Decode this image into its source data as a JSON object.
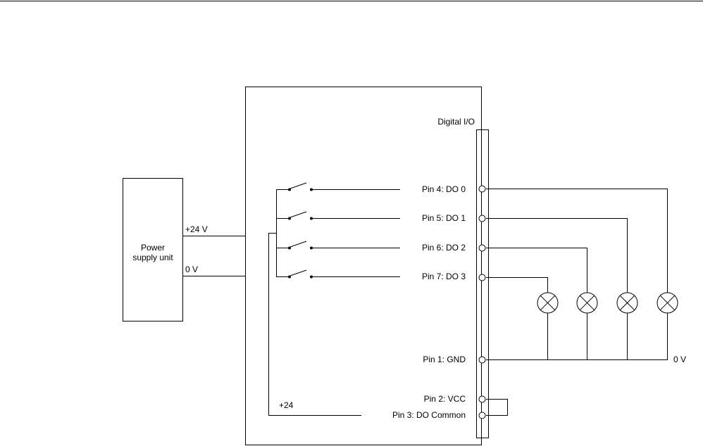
{
  "power_supply": {
    "label_line1": "Power",
    "label_line2": "supply unit",
    "plus_label": "+24 V",
    "zero_label": "0 V"
  },
  "io_header": "Digital I/O",
  "pins": {
    "do0": "Pin 4: DO 0",
    "do1": "Pin 5: DO 1",
    "do2": "Pin 6: DO 2",
    "do3": "Pin 7: DO 3",
    "gnd": "Pin 1: GND",
    "vcc": "Pin 2: VCC",
    "common": "Pin 3: DO Common"
  },
  "common_supply_label": "+24",
  "ground_label": "0 V"
}
